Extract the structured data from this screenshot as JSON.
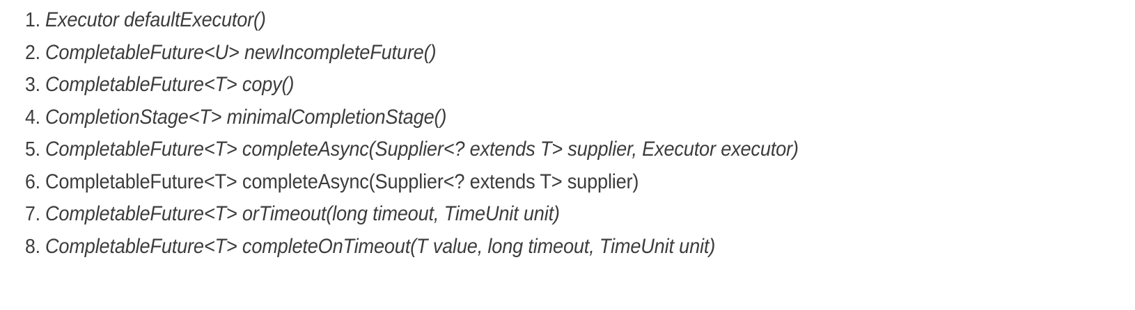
{
  "page": {
    "background_color": "#ffffff",
    "text_color": "#3c3c3c",
    "list_type": "ordered-decimal"
  },
  "list": {
    "name": "completable-future-methods",
    "items": [
      {
        "marker": "1.",
        "text": "Executor defaultExecutor()",
        "style": "italic"
      },
      {
        "marker": "2.",
        "text": "CompletableFuture<U> newIncompleteFuture()",
        "style": "italic"
      },
      {
        "marker": "3.",
        "text": "CompletableFuture<T> copy()",
        "style": "italic"
      },
      {
        "marker": "4.",
        "text": "CompletionStage<T> minimalCompletionStage()",
        "style": "italic"
      },
      {
        "marker": "5.",
        "text": "CompletableFuture<T> completeAsync(Supplier<? extends T> supplier, Executor executor)",
        "style": "italic"
      },
      {
        "marker": "6.",
        "text": "CompletableFuture<T> completeAsync(Supplier<? extends T> supplier)",
        "style": "upright"
      },
      {
        "marker": "7.",
        "text": "CompletableFuture<T> orTimeout(long timeout, TimeUnit unit)",
        "style": "italic"
      },
      {
        "marker": "8.",
        "text": "CompletableFuture<T> completeOnTimeout(T value, long timeout, TimeUnit unit)",
        "style": "italic"
      }
    ]
  }
}
